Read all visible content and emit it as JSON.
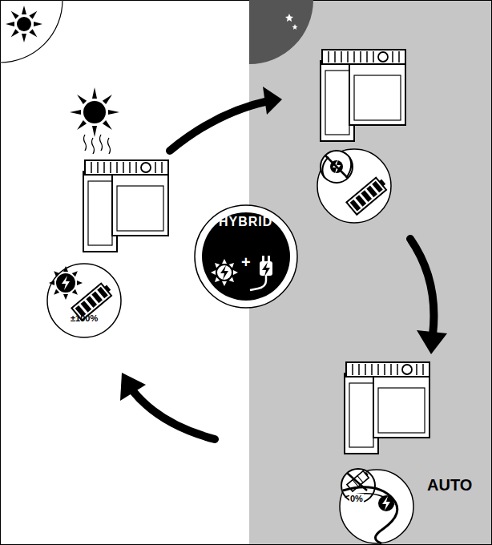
{
  "diagram": {
    "nodes": [
      {
        "text": [
          "HYBRID",
          "+"
        ]
      },
      {
        "text": [
          "±100%"
        ]
      },
      {
        "text": [
          "0%"
        ]
      }
    ],
    "labels": [
      "AUTO"
    ]
  }
}
